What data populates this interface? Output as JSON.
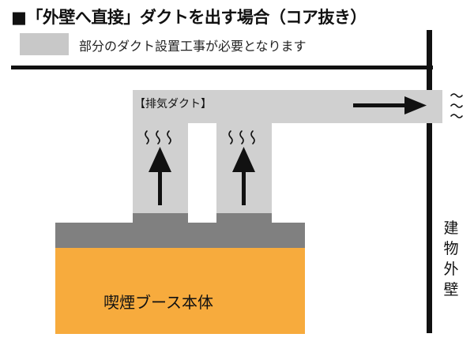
{
  "title": "■「外壁へ直接」ダクトを出す場合（コア抜き）",
  "legend": {
    "text": "部分のダクト設置工事が必要となります",
    "swatch_color": "#c8c8c8"
  },
  "labels": {
    "duct": "【排気ダクト】",
    "booth": "喫煙ブース本体",
    "wall": [
      "建",
      "物",
      "外",
      "壁"
    ]
  },
  "colors": {
    "duct": "#d0d0d0",
    "booth_top": "#808080",
    "booth_body": "#f7ab3d",
    "line": "#111111"
  },
  "icons": {
    "smoke": "smoke-wave-icon",
    "up_arrow": "arrow-up-icon",
    "right_arrow": "arrow-right-icon",
    "wall_break": "wave-break-icon"
  }
}
